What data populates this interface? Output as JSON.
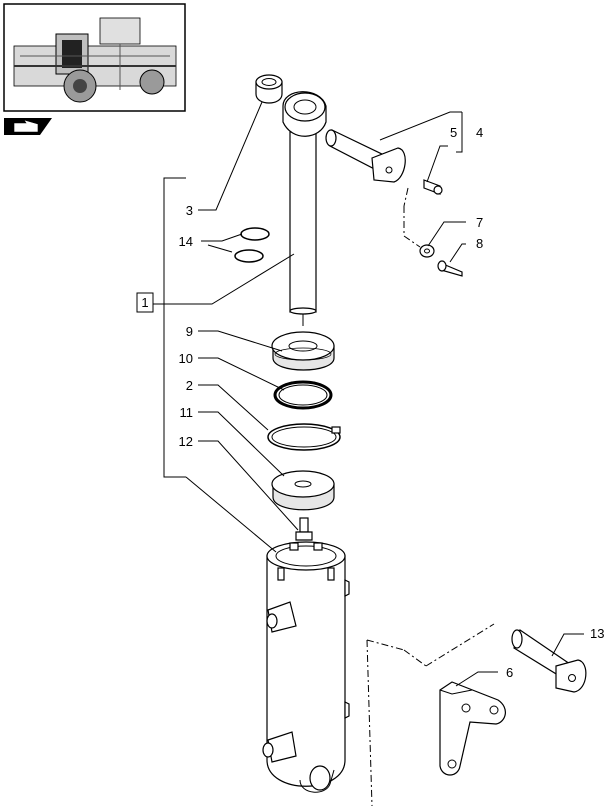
{
  "callouts": {
    "c1": "1",
    "c2": "2",
    "c3": "3",
    "c4": "4",
    "c5": "5",
    "c6": "6",
    "c7": "7",
    "c8": "8",
    "c9": "9",
    "c10": "10",
    "c11": "11",
    "c12": "12",
    "c13": "13",
    "c14": "14"
  },
  "icons": {
    "locator": "tractor-locator-thumbnail",
    "nav": "hand-pointer-icon"
  }
}
